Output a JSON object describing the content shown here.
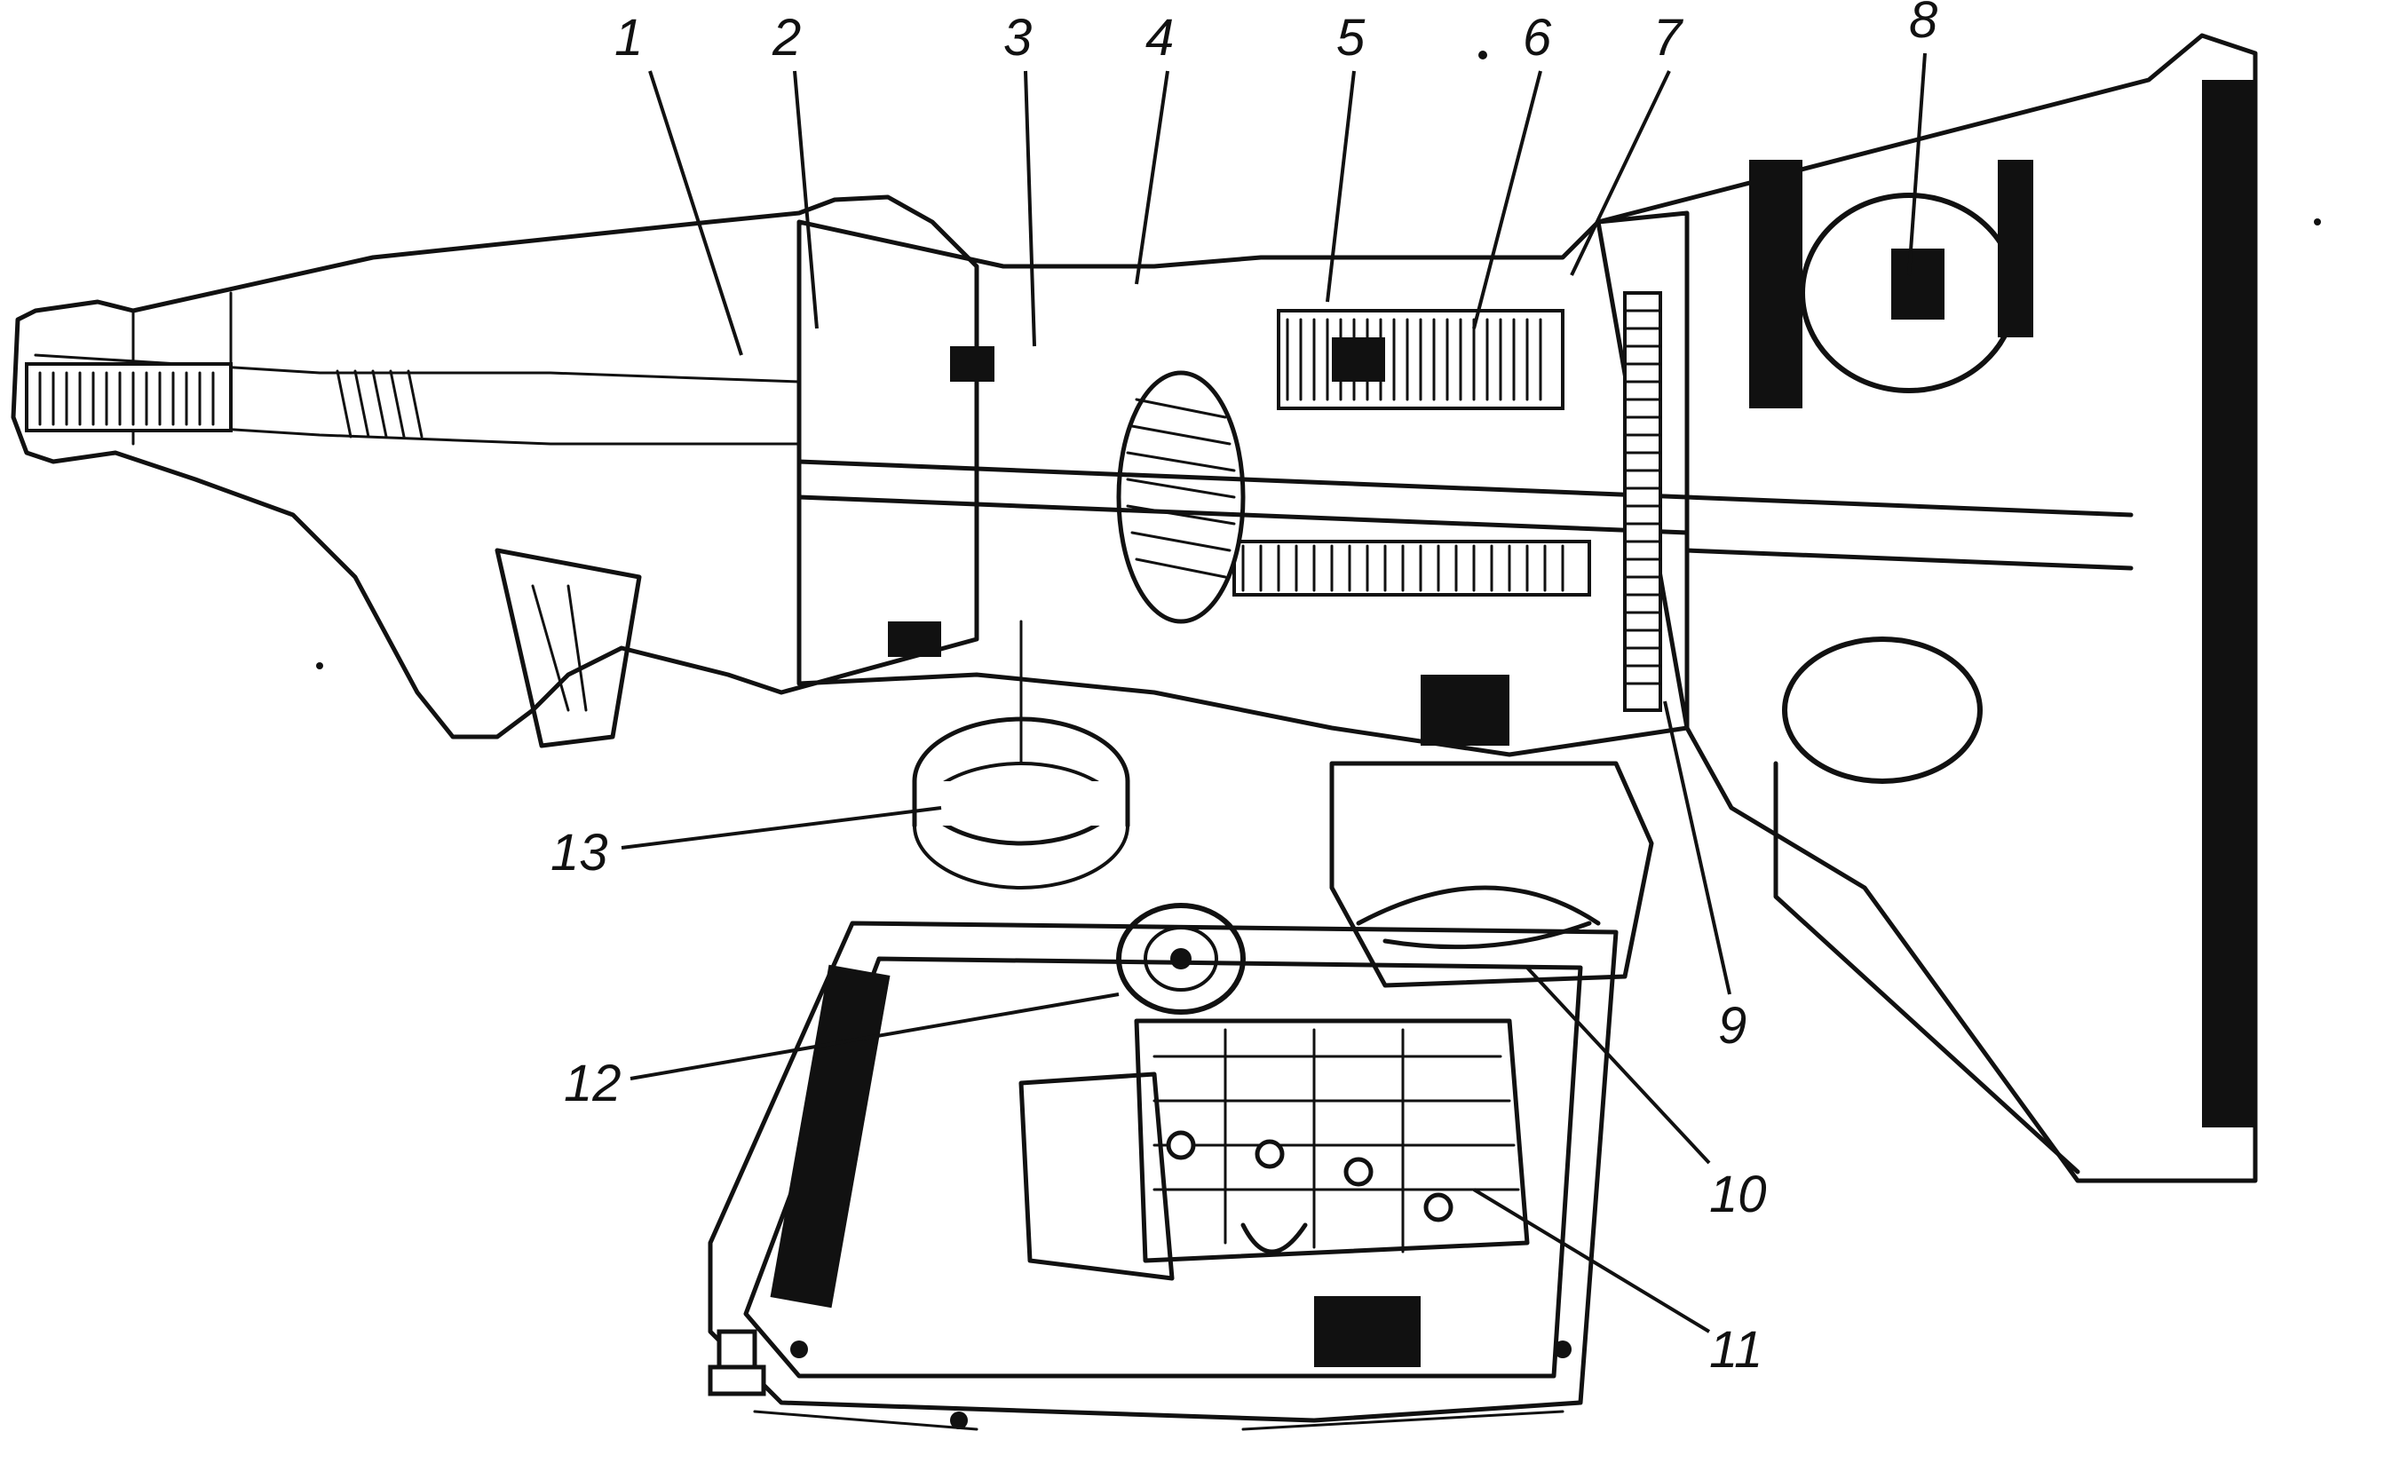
{
  "figure": {
    "palette": {
      "ink": "#111111",
      "paper": "#ffffff"
    },
    "callouts": [
      {
        "id": "c1",
        "label": "1"
      },
      {
        "id": "c2",
        "label": "2"
      },
      {
        "id": "c3",
        "label": "3"
      },
      {
        "id": "c4",
        "label": "4"
      },
      {
        "id": "c5",
        "label": "5"
      },
      {
        "id": "c6",
        "label": "6"
      },
      {
        "id": "c7",
        "label": "7"
      },
      {
        "id": "c8",
        "label": "8"
      },
      {
        "id": "c9",
        "label": "9"
      },
      {
        "id": "c10",
        "label": "10"
      },
      {
        "id": "c11",
        "label": "11"
      },
      {
        "id": "c12",
        "label": "12"
      },
      {
        "id": "c13",
        "label": "13"
      }
    ]
  }
}
